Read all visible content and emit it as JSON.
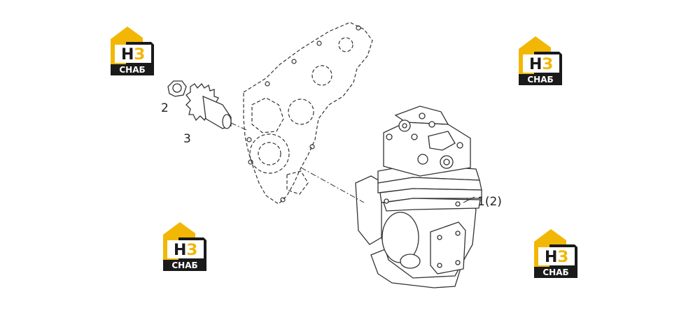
{
  "callouts": {
    "part1": "1(2)",
    "part2": "2",
    "part3": "3"
  },
  "watermark": {
    "brand_letters": "НЗ",
    "brand_word": "СНАБ",
    "colors": {
      "accent": "#f2b705",
      "dark": "#1a1a1a",
      "light": "#ffffff"
    }
  },
  "line_color": "#333333"
}
